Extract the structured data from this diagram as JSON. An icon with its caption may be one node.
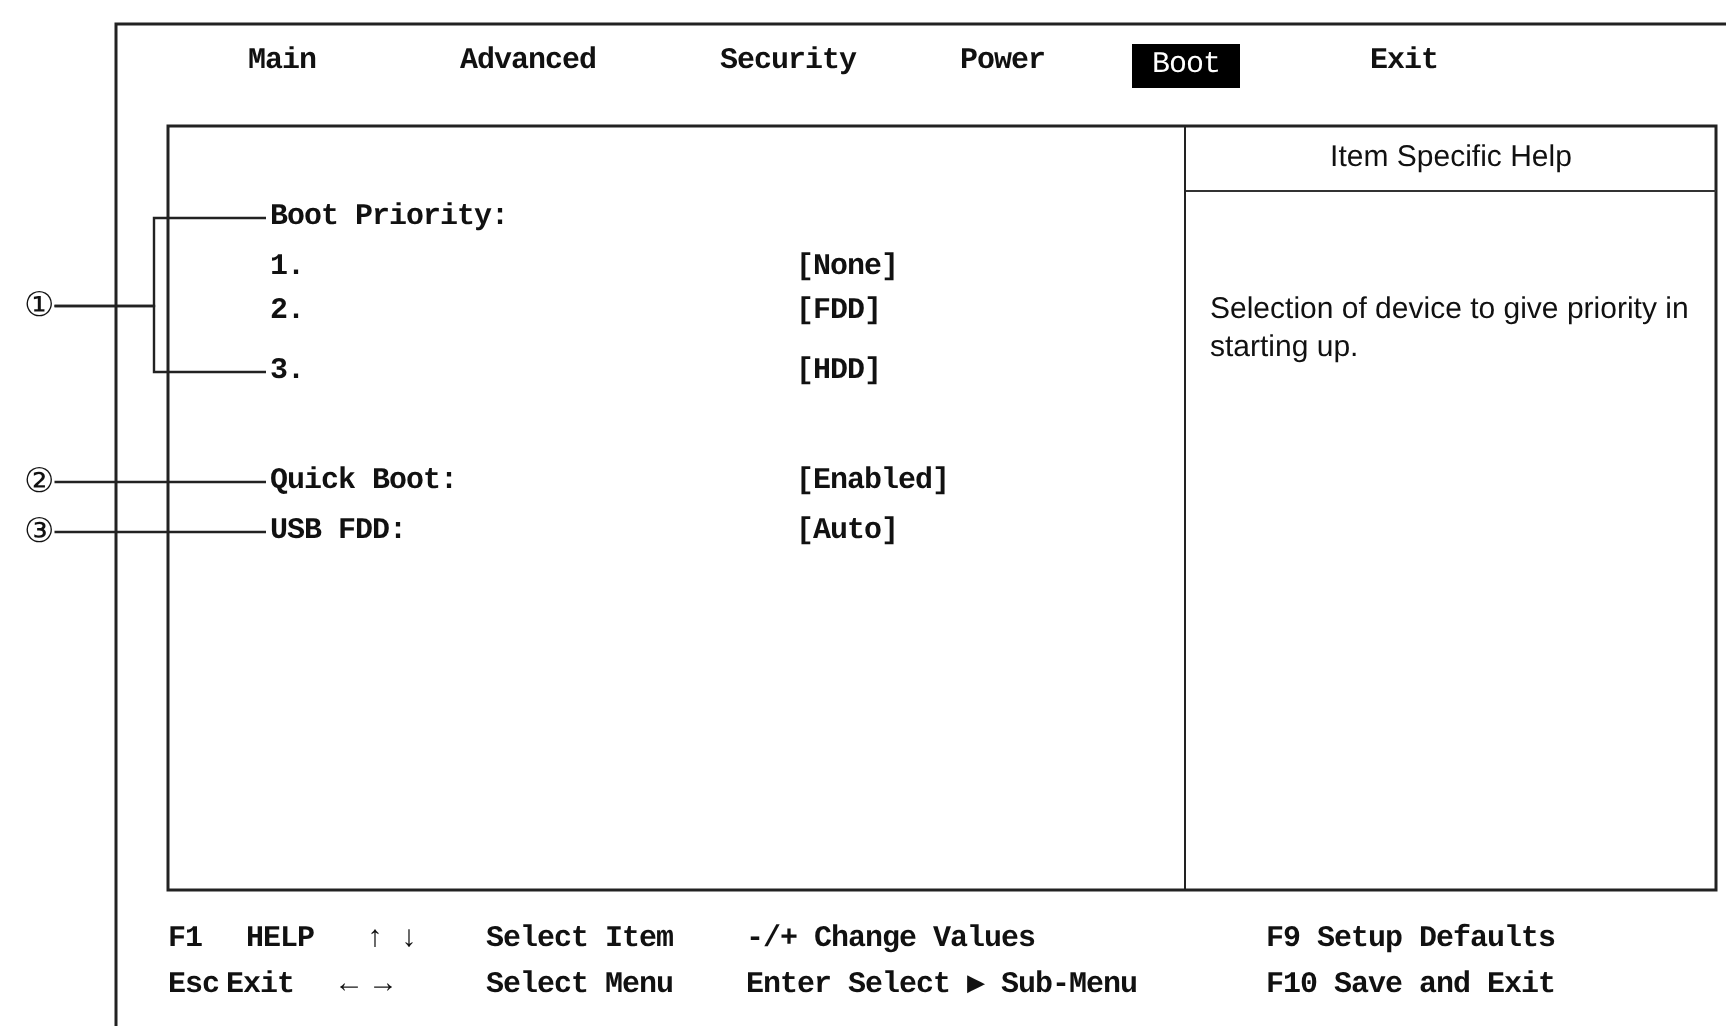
{
  "diagram": {
    "nodes": [
      {
        "text": [
          "①"
        ]
      },
      {
        "text": [
          "Boot Priority:"
        ]
      },
      {
        "text": [
          "3."
        ]
      },
      {
        "text": [
          "②"
        ]
      },
      {
        "text": [
          "Quick Boot:"
        ]
      },
      {
        "text": [
          "③"
        ]
      },
      {
        "text": [
          "USB FDD:"
        ]
      },
      {
        "text": [
          "Item Specific Help",
          "Selection of device to give priority in starting up."
        ]
      }
    ],
    "edges": [
      {
        "from": 0,
        "to": 1,
        "arrow": "none"
      },
      {
        "from": 0,
        "to": 2,
        "arrow": "none"
      },
      {
        "from": 3,
        "to": 4,
        "arrow": "none"
      },
      {
        "from": 5,
        "to": 6,
        "arrow": "none"
      }
    ],
    "labels": [
      "Main",
      "Advanced",
      "Security",
      "Power",
      "Boot",
      "Exit",
      "1.",
      "[None]",
      "2.",
      "[FDD]",
      "[HDD]",
      "[Enabled]",
      "[Auto]",
      "F1",
      "HELP",
      "↑ ↓",
      "Select Item",
      "-/+ Change Values",
      "F9 Setup Defaults",
      "Esc",
      "Exit",
      "← →",
      "Select Menu",
      "Enter Select ▶ Sub-Menu",
      "F10 Save and Exit"
    ]
  }
}
